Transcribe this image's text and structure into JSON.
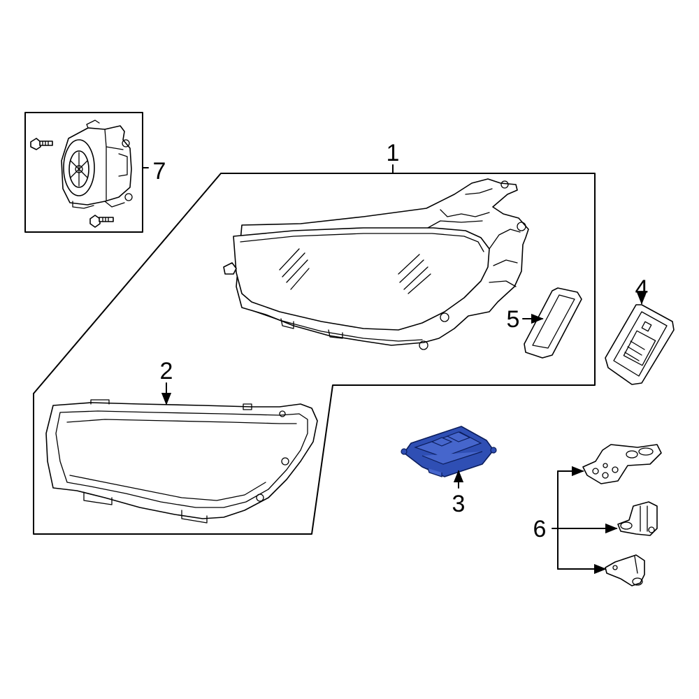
{
  "diagram": {
    "highlight_color": "#2f4fb4",
    "line_color": "#000000",
    "background_color": "#ffffff",
    "callouts": {
      "c1": "1",
      "c2": "2",
      "c3": "3",
      "c4": "4",
      "c5": "5",
      "c6": "6",
      "c7": "7"
    },
    "highlighted_part": "3"
  }
}
